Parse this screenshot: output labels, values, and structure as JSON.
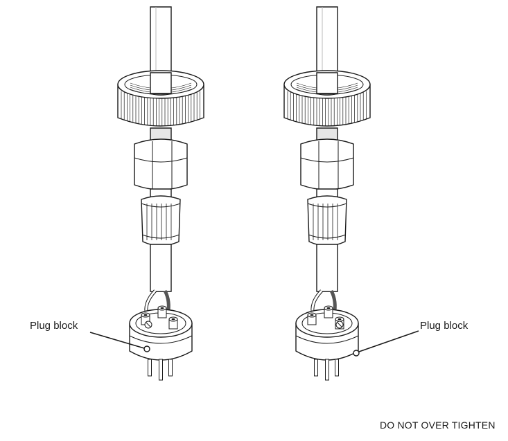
{
  "labels": {
    "plug_block_left": "Plug block",
    "plug_block_right": "Plug block"
  },
  "warning": "DO NOT OVER TIGHTEN",
  "colors": {
    "line": "#1a1a1a",
    "fill": "#ffffff",
    "cable_shade": "#e6e6e6",
    "dark_wire": "#555555"
  },
  "icons": {
    "assembly_left": "cable-gland-assembly",
    "assembly_right": "cable-gland-assembly"
  }
}
